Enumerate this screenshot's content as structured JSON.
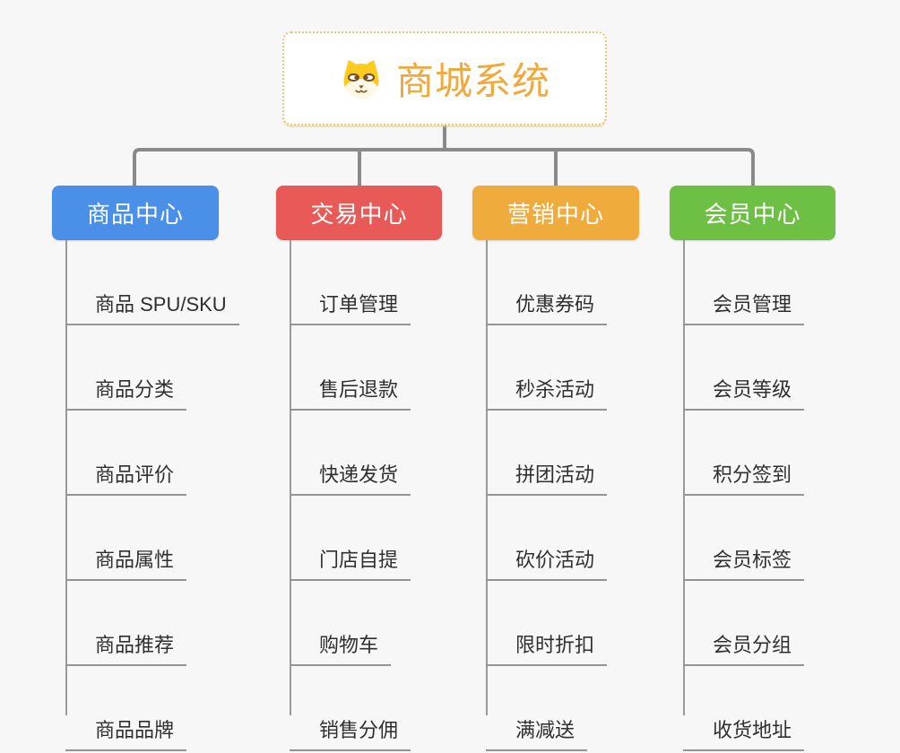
{
  "page": {
    "background": "#f7f7f7"
  },
  "root": {
    "title": "商城系统",
    "icon": "shiba-dog-icon",
    "text_color": "#F0A93E",
    "border_color": "#F2C27B"
  },
  "connectors": {
    "color": "#8a8a8a",
    "leaf_line_color": "#949494"
  },
  "branches": [
    {
      "label": "商品中心",
      "color": "#4A8FE8",
      "children": [
        "商品 SPU/SKU",
        "商品分类",
        "商品评价",
        "商品属性",
        "商品推荐",
        "商品品牌"
      ]
    },
    {
      "label": "交易中心",
      "color": "#E85A57",
      "children": [
        "订单管理",
        "售后退款",
        "快递发货",
        "门店自提",
        "购物车",
        "销售分佣"
      ]
    },
    {
      "label": "营销中心",
      "color": "#EFAB3C",
      "children": [
        "优惠券码",
        "秒杀活动",
        "拼团活动",
        "砍价活动",
        "限时折扣",
        "满减送"
      ]
    },
    {
      "label": "会员中心",
      "color": "#6DC044",
      "children": [
        "会员管理",
        "会员等级",
        "积分签到",
        "会员标签",
        "会员分组",
        "收货地址"
      ]
    }
  ]
}
